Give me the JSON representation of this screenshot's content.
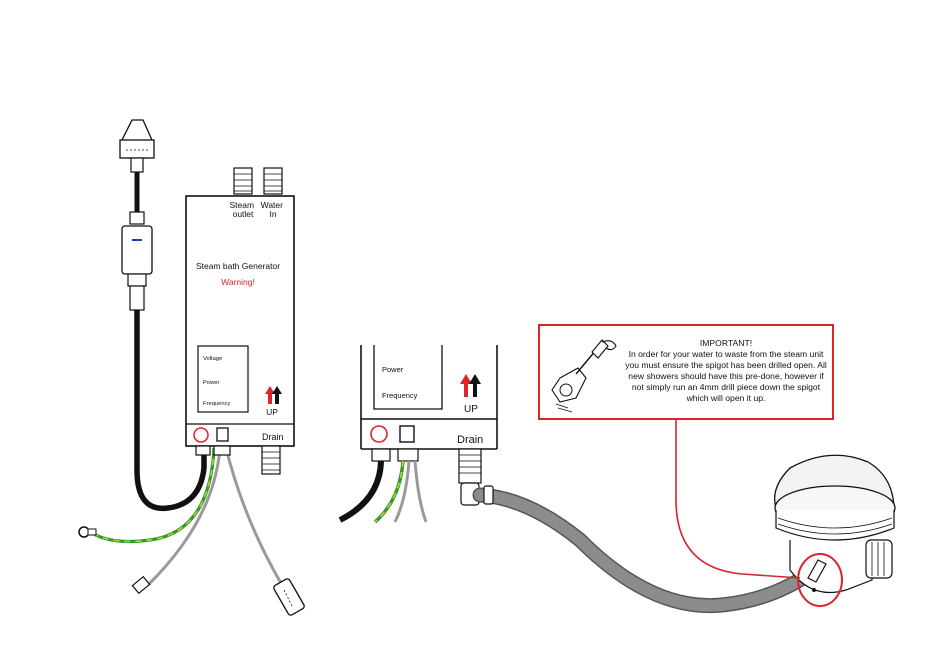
{
  "generator": {
    "steam_outlet_label": [
      "Steam",
      "outlet"
    ],
    "water_in_label": [
      "Water",
      "In"
    ],
    "title": "Steam bath Generator",
    "warning": "Warning!",
    "panel_voltage": "Voltage",
    "panel_power": "Power",
    "panel_frequency": "Frequency",
    "up_label": "UP",
    "drain_label": "Drain"
  },
  "zoom": {
    "panel_power": "Power",
    "panel_frequency": "Frequency",
    "up_label": "UP",
    "drain_label": "Drain"
  },
  "important": {
    "title": "IMPORTANT!",
    "body": "In order for your water to waste from the steam unit you must ensure the spigot has been drilled open. All new showers should have this pre-done, however if not simply run an 4mm drill piece down the spigot which will open it up."
  },
  "colors": {
    "outline": "#111111",
    "warning_red": "#d8262a",
    "hose_gray": "#8c8c8c",
    "wire_yellow": "#d9d21a",
    "wire_green": "#2d9a3a",
    "wire_gray": "#9a9a9a",
    "up_arrow_red": "#d8262a",
    "up_arrow_black": "#111111"
  }
}
